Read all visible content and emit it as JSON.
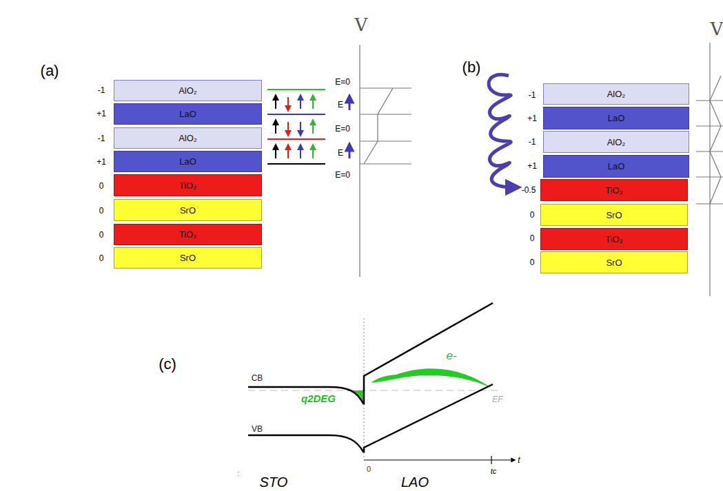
{
  "diagram": {
    "nodes": [
      {
        "text": [
          "AlO₂"
        ]
      },
      {
        "text": [
          "LaO"
        ]
      },
      {
        "text": [
          "AlO₂"
        ]
      },
      {
        "text": [
          "LaO"
        ]
      },
      {
        "text": [
          "TiO₂"
        ]
      },
      {
        "text": [
          "SrO"
        ]
      },
      {
        "text": [
          "TiO₂"
        ]
      },
      {
        "text": [
          "SrO"
        ]
      },
      {
        "text": [
          "AlO₂"
        ]
      },
      {
        "text": [
          "LaO"
        ]
      },
      {
        "text": [
          "AlO₂"
        ]
      },
      {
        "text": [
          "LaO"
        ]
      },
      {
        "text": [
          "TiO₂"
        ]
      },
      {
        "text": [
          "SrO"
        ]
      },
      {
        "text": [
          "TiO₂"
        ]
      },
      {
        "text": [
          "SrO"
        ]
      }
    ],
    "labels": [
      "(a)",
      "-1",
      "+1",
      "-1",
      "+1",
      "0",
      "0",
      "0",
      "0",
      "E=0",
      "E",
      "E=0",
      "E",
      "E=0",
      "V",
      "(b)",
      "-1",
      "+1",
      "-1",
      "+1",
      "-0.5",
      "0",
      "0",
      "0",
      "V",
      "(c)",
      "CB",
      "VB",
      "q2DEG",
      "e-",
      "EF",
      ":",
      "0",
      "t",
      "tc",
      "STO",
      "LAO"
    ]
  }
}
